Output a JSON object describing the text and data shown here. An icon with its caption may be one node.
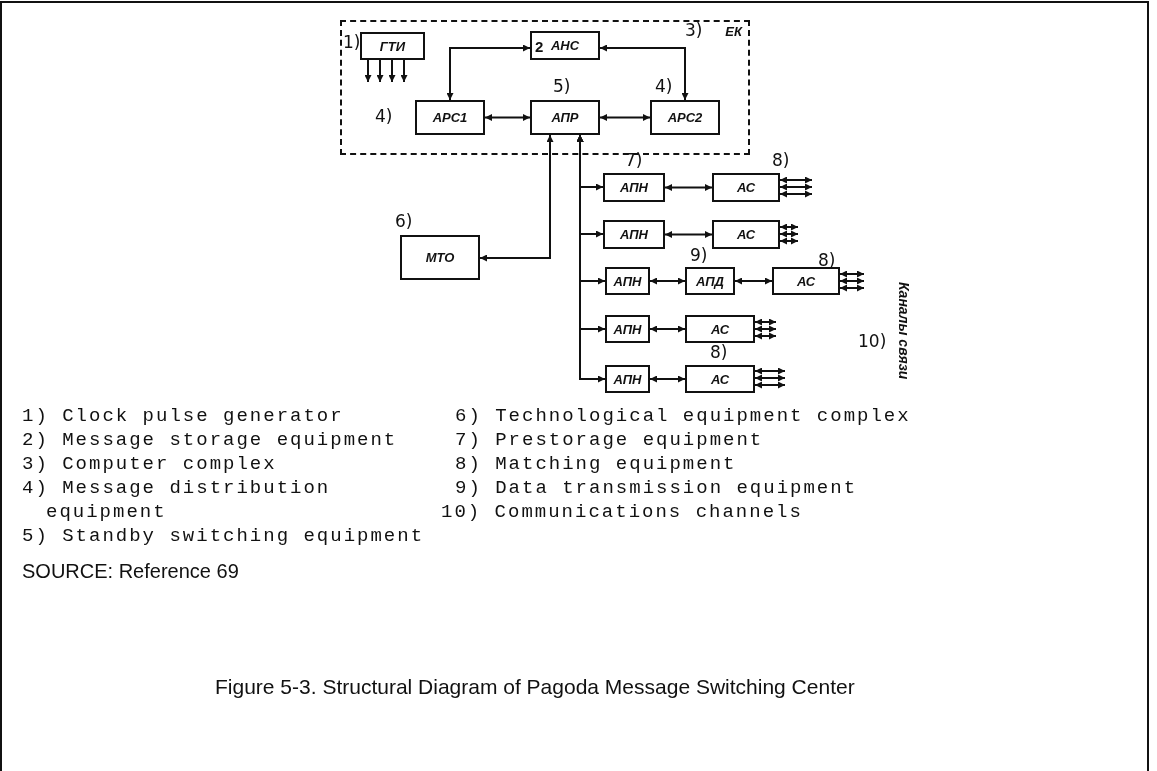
{
  "diagram": {
    "caption": "Figure 5-3. Structural Diagram of Pagoda Message Switching Center",
    "nodes": [
      {
        "text": [
          "ЕК"
        ],
        "beside": [
          "3)"
        ]
      },
      {
        "text": [
          "ГТИ"
        ],
        "in": 0,
        "beside": [
          "1)"
        ]
      },
      {
        "text": [
          "2",
          "АНС"
        ],
        "in": 0
      },
      {
        "text": [
          "АРС1"
        ],
        "in": 0,
        "beside": [
          "4)"
        ]
      },
      {
        "text": [
          "АПР"
        ],
        "in": 0,
        "beside": [
          "5)"
        ]
      },
      {
        "text": [
          "АРС2"
        ],
        "in": 0,
        "beside": [
          "4)"
        ]
      },
      {
        "text": [
          "МТО"
        ],
        "beside": [
          "6)"
        ]
      },
      {
        "text": [
          "АПН"
        ],
        "beside": [
          "7)"
        ]
      },
      {
        "text": [
          "АС"
        ],
        "beside": [
          "8)"
        ]
      },
      {
        "text": [
          "АПН"
        ]
      },
      {
        "text": [
          "АС"
        ]
      },
      {
        "text": [
          "АПН"
        ]
      },
      {
        "text": [
          "АПД"
        ],
        "beside": [
          "9)"
        ]
      },
      {
        "text": [
          "АС"
        ],
        "beside": [
          "8)"
        ]
      },
      {
        "text": [
          "АПН"
        ]
      },
      {
        "text": [
          "АС"
        ]
      },
      {
        "text": [
          "АПН"
        ]
      },
      {
        "text": [
          "АС"
        ],
        "beside": [
          "8)"
        ]
      }
    ],
    "edges": [
      {
        "from": 3,
        "to": 2,
        "arrow": "both"
      },
      {
        "from": 2,
        "to": 5,
        "arrow": "both"
      },
      {
        "from": 4,
        "to": 3,
        "arrow": "both"
      },
      {
        "from": 4,
        "to": 5,
        "arrow": "both"
      },
      {
        "from": 4,
        "to": 6,
        "arrow": "both"
      },
      {
        "from": 4,
        "to": 7,
        "arrow": "both"
      },
      {
        "from": 4,
        "to": 9,
        "arrow": "both"
      },
      {
        "from": 4,
        "to": 11,
        "arrow": "both"
      },
      {
        "from": 4,
        "to": 14,
        "arrow": "both"
      },
      {
        "from": 4,
        "to": 16,
        "arrow": "both"
      },
      {
        "from": 7,
        "to": 8,
        "arrow": "both"
      },
      {
        "from": 9,
        "to": 10,
        "arrow": "both"
      },
      {
        "from": 11,
        "to": 12,
        "arrow": "both"
      },
      {
        "from": 12,
        "to": 13,
        "arrow": "both"
      },
      {
        "from": 14,
        "to": 15,
        "arrow": "both"
      },
      {
        "from": 16,
        "to": 17,
        "arrow": "both"
      },
      {
        "from": 1,
        "to": null,
        "arrow": "to"
      },
      {
        "from": 1,
        "to": null,
        "arrow": "to"
      },
      {
        "from": 1,
        "to": null,
        "arrow": "to"
      },
      {
        "from": 1,
        "to": null,
        "arrow": "to"
      },
      {
        "from": 8,
        "to": null,
        "arrow": "both"
      },
      {
        "from": 8,
        "to": null,
        "arrow": "both"
      },
      {
        "from": 8,
        "to": null,
        "arrow": "both"
      },
      {
        "from": 10,
        "to": null,
        "arrow": "both"
      },
      {
        "from": 10,
        "to": null,
        "arrow": "both"
      },
      {
        "from": 10,
        "to": null,
        "arrow": "both"
      },
      {
        "from": 13,
        "to": null,
        "arrow": "both"
      },
      {
        "from": 13,
        "to": null,
        "arrow": "both"
      },
      {
        "from": 13,
        "to": null,
        "arrow": "both"
      },
      {
        "from": 15,
        "to": null,
        "arrow": "both"
      },
      {
        "from": 15,
        "to": null,
        "arrow": "both"
      },
      {
        "from": 15,
        "to": null,
        "arrow": "both"
      },
      {
        "from": 17,
        "to": null,
        "arrow": "both"
      },
      {
        "from": 17,
        "to": null,
        "arrow": "both"
      },
      {
        "from": 17,
        "to": null,
        "arrow": "both"
      }
    ],
    "labels": [
      "Каналы связи",
      "10)",
      "1) Clock pulse generator",
      "6) Technological equipment complex",
      "2) Message storage equipment",
      "7) Prestorage equipment",
      "3) Computer complex",
      "8) Matching equipment",
      "4) Message distribution equipment",
      "9) Data transmission equipment",
      "10) Communications channels",
      "5) Standby switching equipment",
      "SOURCE: Reference 69"
    ]
  }
}
